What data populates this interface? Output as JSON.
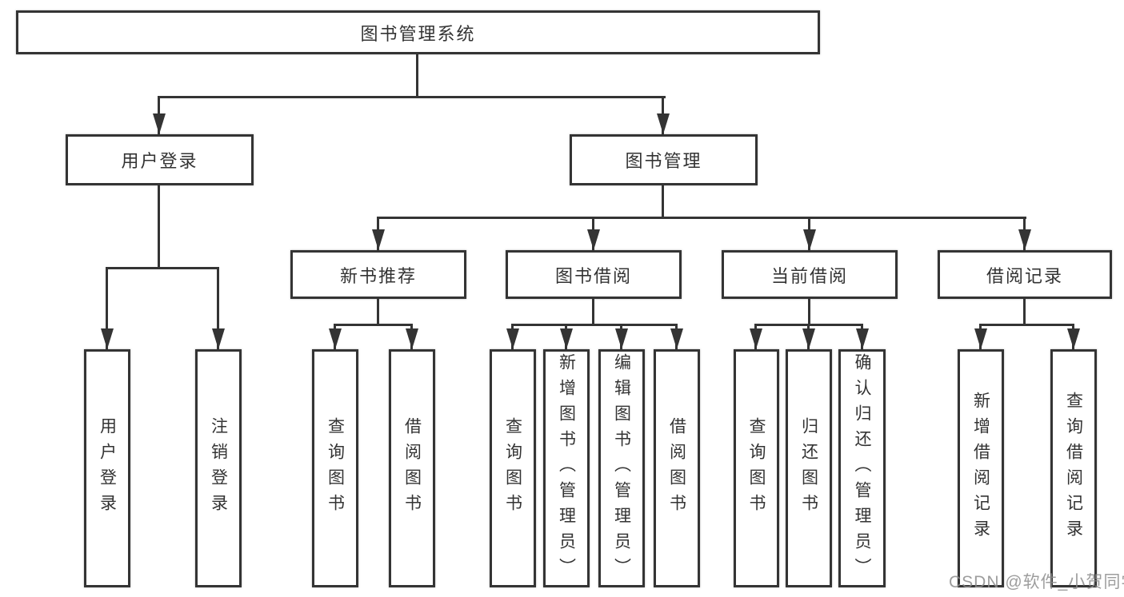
{
  "page": {
    "background": "#ffffff",
    "watermark": "CSDN @软件_小贺同学"
  },
  "diagram": {
    "type": "hierarchy-tree",
    "line_color": "#343434",
    "text_color": "#333333",
    "root": {
      "label": "图书管理系统"
    },
    "level2": [
      {
        "id": "user-login",
        "label": "用户登录"
      },
      {
        "id": "book-management",
        "label": "图书管理"
      }
    ],
    "level3": [
      {
        "id": "new-book-recommend",
        "label": "新书推荐",
        "parent": "图书管理"
      },
      {
        "id": "book-borrow",
        "label": "图书借阅",
        "parent": "图书管理"
      },
      {
        "id": "current-borrow",
        "label": "当前借阅",
        "parent": "图书管理"
      },
      {
        "id": "borrow-records",
        "label": "借阅记录",
        "parent": "图书管理"
      }
    ],
    "leaves": {
      "user_login": [
        "用户登录",
        "注销登录"
      ],
      "new_book_recommend": [
        "查询图书",
        "借阅图书"
      ],
      "book_borrow": [
        "查询图书",
        "新增图书（管理员）",
        "编辑图书（管理员）",
        "借阅图书"
      ],
      "current_borrow": [
        "查询图书",
        "归还图书",
        "确认归还（管理员）"
      ],
      "borrow_records": [
        "新增借阅记录",
        "查询借阅记录"
      ]
    }
  }
}
